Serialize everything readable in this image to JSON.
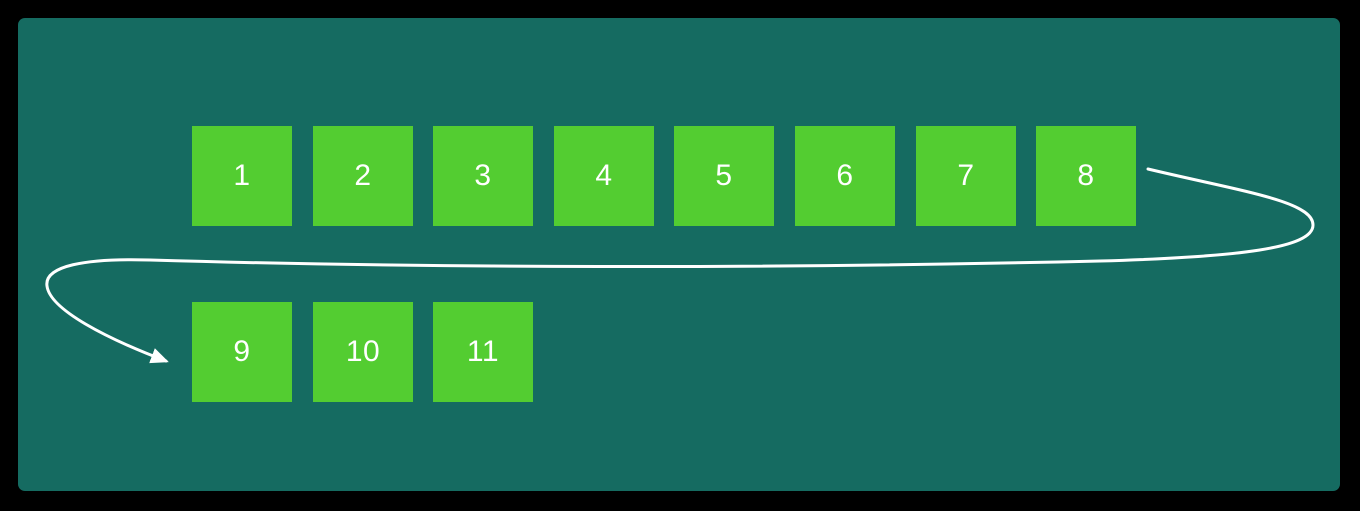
{
  "panel": {
    "outer_background": "#000000",
    "background": "#156B61"
  },
  "array": {
    "box_color": "#53CD31",
    "label_color": "#FFFFFF",
    "boxes": [
      {
        "label": "1"
      },
      {
        "label": "2"
      },
      {
        "label": "3"
      },
      {
        "label": "4"
      },
      {
        "label": "5"
      },
      {
        "label": "6"
      },
      {
        "label": "7"
      },
      {
        "label": "8"
      },
      {
        "label": "9"
      },
      {
        "label": "10"
      },
      {
        "label": "11"
      }
    ],
    "boxes_per_row": 8
  },
  "arrow": {
    "color": "#FFFFFF",
    "from_label": "8",
    "to_label": "9"
  }
}
